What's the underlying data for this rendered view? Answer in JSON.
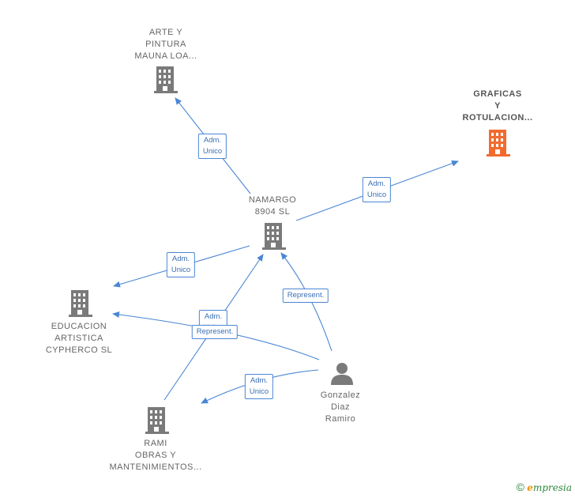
{
  "nodes": {
    "arte": {
      "label": "ARTE Y\nPINTURA\nMAUNA LOA..."
    },
    "graficas": {
      "label": "GRAFICAS\nY\nROTULACION..."
    },
    "namargo": {
      "label": "NAMARGO\n8904  SL"
    },
    "educacion": {
      "label": "EDUCACION\nARTISTICA\nCYPHERCO  SL"
    },
    "rami": {
      "label": "RAMI\nOBRAS Y\nMANTENIMIENTOS..."
    },
    "gonzalez": {
      "label": "Gonzalez\nDiaz\nRamiro"
    }
  },
  "edges": {
    "adm_unico": "Adm.\nUnico",
    "represent": "Represent."
  },
  "colors": {
    "building": "#7a7a7a",
    "building_highlight": "#f26b2e",
    "edge": "#4a86d4",
    "person": "#7a7a7a"
  },
  "brand": {
    "symbol": "©",
    "e": "e",
    "rest": "mpresia"
  }
}
